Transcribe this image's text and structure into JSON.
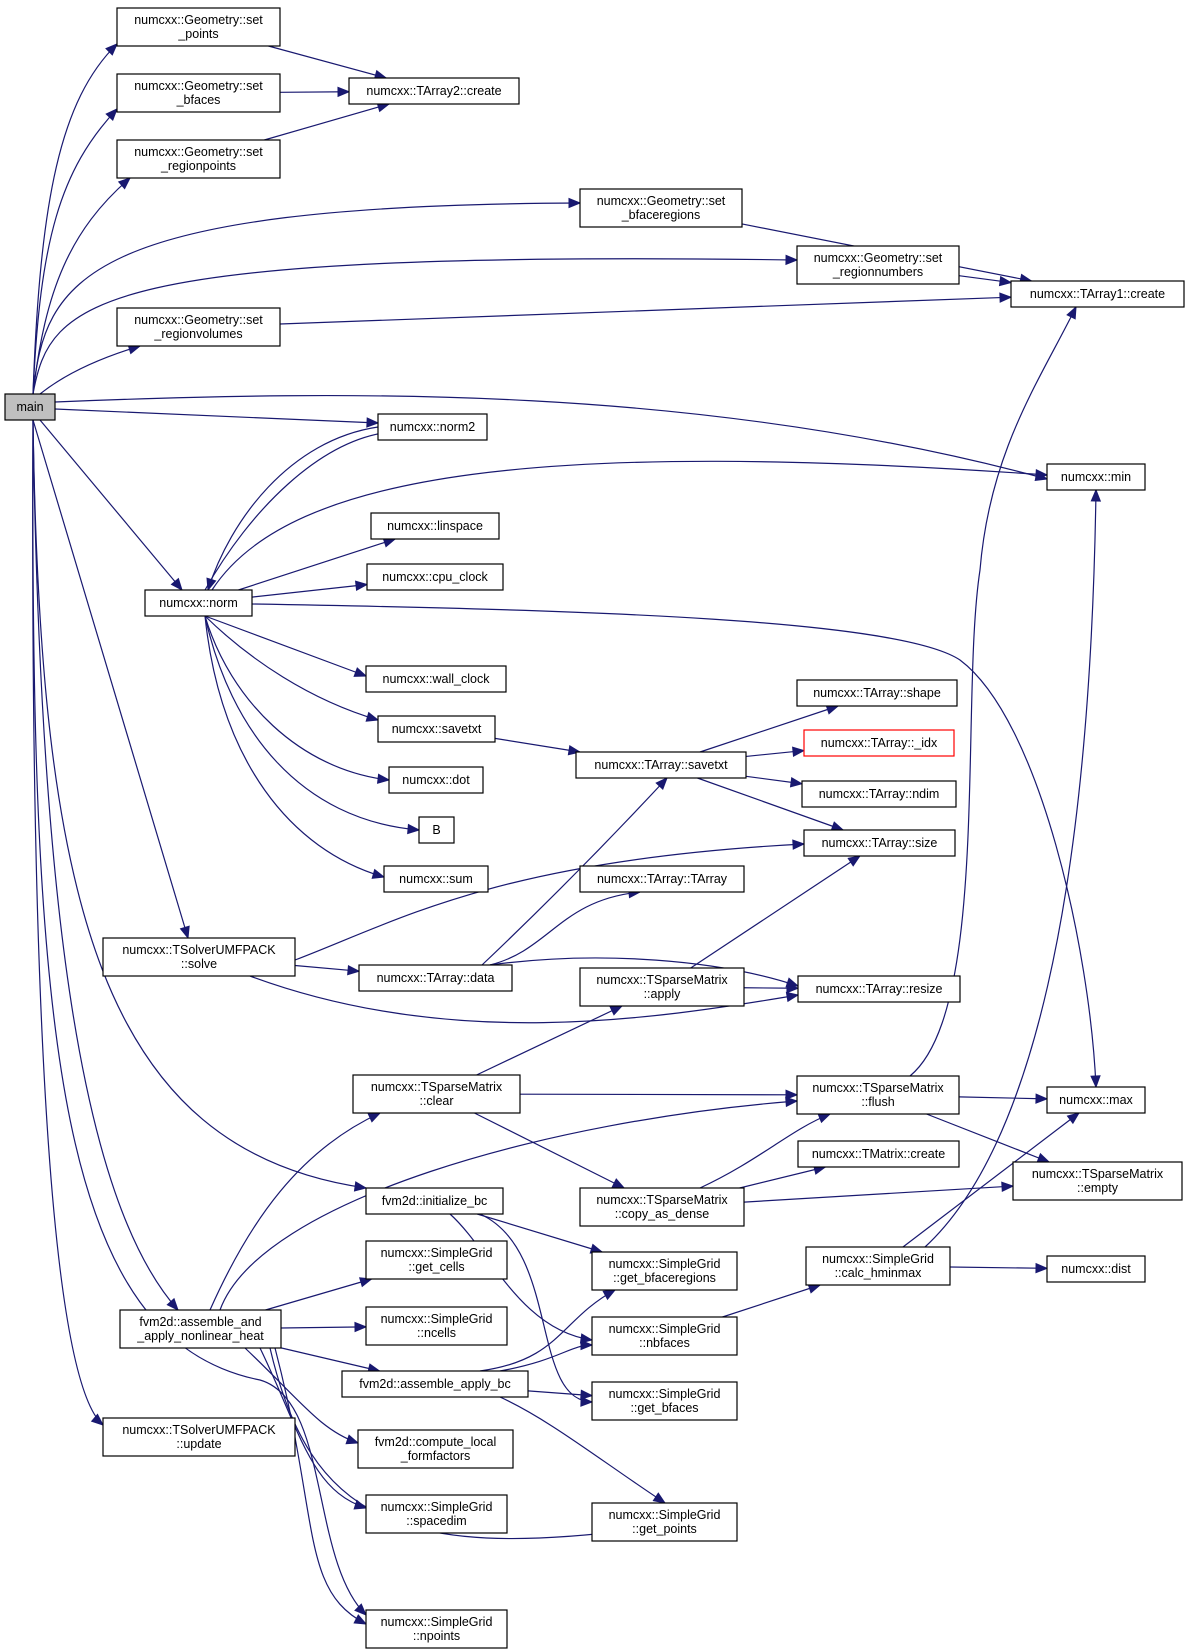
{
  "nodes": [
    {
      "id": "main",
      "lines": [
        "main"
      ],
      "root": true
    },
    {
      "id": "geo_points",
      "lines": [
        "numcxx::Geometry::set",
        "_points"
      ]
    },
    {
      "id": "geo_bfaces",
      "lines": [
        "numcxx::Geometry::set",
        "_bfaces"
      ]
    },
    {
      "id": "geo_regionpoints",
      "lines": [
        "numcxx::Geometry::set",
        "_regionpoints"
      ]
    },
    {
      "id": "tarray2_create",
      "lines": [
        "numcxx::TArray2::create"
      ]
    },
    {
      "id": "geo_bfaceregions",
      "lines": [
        "numcxx::Geometry::set",
        "_bfaceregions"
      ]
    },
    {
      "id": "geo_regionnumbers",
      "lines": [
        "numcxx::Geometry::set",
        "_regionnumbers"
      ]
    },
    {
      "id": "tarray1_create",
      "lines": [
        "numcxx::TArray1::create"
      ]
    },
    {
      "id": "geo_regionvolumes",
      "lines": [
        "numcxx::Geometry::set",
        "_regionvolumes"
      ]
    },
    {
      "id": "norm2",
      "lines": [
        "numcxx::norm2"
      ]
    },
    {
      "id": "min",
      "lines": [
        "numcxx::min"
      ]
    },
    {
      "id": "linspace",
      "lines": [
        "numcxx::linspace"
      ]
    },
    {
      "id": "cpu_clock",
      "lines": [
        "numcxx::cpu_clock"
      ]
    },
    {
      "id": "norm",
      "lines": [
        "numcxx::norm"
      ]
    },
    {
      "id": "wall_clock",
      "lines": [
        "numcxx::wall_clock"
      ]
    },
    {
      "id": "savetxt",
      "lines": [
        "numcxx::savetxt"
      ]
    },
    {
      "id": "tarray_shape",
      "lines": [
        "numcxx::TArray::shape"
      ]
    },
    {
      "id": "tarray_idx",
      "lines": [
        "numcxx::TArray::_idx"
      ],
      "red": true
    },
    {
      "id": "tarray_savetxt",
      "lines": [
        "numcxx::TArray::savetxt"
      ]
    },
    {
      "id": "tarray_ndim",
      "lines": [
        "numcxx::TArray::ndim"
      ]
    },
    {
      "id": "dot",
      "lines": [
        "numcxx::dot"
      ]
    },
    {
      "id": "B",
      "lines": [
        "B"
      ]
    },
    {
      "id": "tarray_size",
      "lines": [
        "numcxx::TArray::size"
      ]
    },
    {
      "id": "sum",
      "lines": [
        "numcxx::sum"
      ]
    },
    {
      "id": "tarray_tarray",
      "lines": [
        "numcxx::TArray::TArray"
      ]
    },
    {
      "id": "umf_solve",
      "lines": [
        "numcxx::TSolverUMFPACK",
        "::solve"
      ]
    },
    {
      "id": "tarray_data",
      "lines": [
        "numcxx::TArray::data"
      ]
    },
    {
      "id": "tsm_apply",
      "lines": [
        "numcxx::TSparseMatrix",
        "::apply"
      ]
    },
    {
      "id": "tarray_resize",
      "lines": [
        "numcxx::TArray::resize"
      ]
    },
    {
      "id": "tsm_clear",
      "lines": [
        "numcxx::TSparseMatrix",
        "::clear"
      ]
    },
    {
      "id": "tsm_flush",
      "lines": [
        "numcxx::TSparseMatrix",
        "::flush"
      ]
    },
    {
      "id": "max",
      "lines": [
        "numcxx::max"
      ]
    },
    {
      "id": "tmatrix_create",
      "lines": [
        "numcxx::TMatrix::create"
      ]
    },
    {
      "id": "initialize_bc",
      "lines": [
        "fvm2d::initialize_bc"
      ]
    },
    {
      "id": "tsm_copy_as_dense",
      "lines": [
        "numcxx::TSparseMatrix",
        "::copy_as_dense"
      ]
    },
    {
      "id": "tsm_empty",
      "lines": [
        "numcxx::TSparseMatrix",
        "::empty"
      ]
    },
    {
      "id": "sg_get_cells",
      "lines": [
        "numcxx::SimpleGrid",
        "::get_cells"
      ]
    },
    {
      "id": "sg_get_bfaceregions",
      "lines": [
        "numcxx::SimpleGrid",
        "::get_bfaceregions"
      ]
    },
    {
      "id": "sg_calc_hminmax",
      "lines": [
        "numcxx::SimpleGrid",
        "::calc_hminmax"
      ]
    },
    {
      "id": "dist",
      "lines": [
        "numcxx::dist"
      ]
    },
    {
      "id": "assemble_nonlinear",
      "lines": [
        "fvm2d::assemble_and",
        "_apply_nonlinear_heat"
      ]
    },
    {
      "id": "sg_ncells",
      "lines": [
        "numcxx::SimpleGrid",
        "::ncells"
      ]
    },
    {
      "id": "sg_nbfaces",
      "lines": [
        "numcxx::SimpleGrid",
        "::nbfaces"
      ]
    },
    {
      "id": "assemble_apply_bc",
      "lines": [
        "fvm2d::assemble_apply_bc"
      ]
    },
    {
      "id": "sg_get_bfaces",
      "lines": [
        "numcxx::SimpleGrid",
        "::get_bfaces"
      ]
    },
    {
      "id": "umf_update",
      "lines": [
        "numcxx::TSolverUMFPACK",
        "::update"
      ]
    },
    {
      "id": "compute_formfactors",
      "lines": [
        "fvm2d::compute_local",
        "_formfactors"
      ]
    },
    {
      "id": "sg_spacedim",
      "lines": [
        "numcxx::SimpleGrid",
        "::spacedim"
      ]
    },
    {
      "id": "sg_get_points",
      "lines": [
        "numcxx::SimpleGrid",
        "::get_points"
      ]
    },
    {
      "id": "sg_npoints",
      "lines": [
        "numcxx::SimpleGrid",
        "::npoints"
      ]
    }
  ],
  "edges": [
    [
      "main",
      "geo_points"
    ],
    [
      "main",
      "geo_bfaces"
    ],
    [
      "main",
      "geo_regionpoints"
    ],
    [
      "main",
      "geo_bfaceregions"
    ],
    [
      "main",
      "geo_regionnumbers"
    ],
    [
      "main",
      "geo_regionvolumes"
    ],
    [
      "main",
      "norm2"
    ],
    [
      "main",
      "min"
    ],
    [
      "main",
      "norm"
    ],
    [
      "main",
      "umf_solve"
    ],
    [
      "main",
      "initialize_bc"
    ],
    [
      "main",
      "assemble_nonlinear"
    ],
    [
      "main",
      "umf_update"
    ],
    [
      "main",
      "sg_npoints"
    ],
    [
      "geo_points",
      "tarray2_create"
    ],
    [
      "geo_bfaces",
      "tarray2_create"
    ],
    [
      "geo_regionpoints",
      "tarray2_create"
    ],
    [
      "geo_bfaceregions",
      "tarray1_create"
    ],
    [
      "geo_regionnumbers",
      "tarray1_create"
    ],
    [
      "geo_regionvolumes",
      "tarray1_create"
    ],
    [
      "norm",
      "norm2"
    ],
    [
      "norm2",
      "norm"
    ],
    [
      "norm",
      "min"
    ],
    [
      "norm",
      "linspace"
    ],
    [
      "norm",
      "cpu_clock"
    ],
    [
      "norm",
      "max"
    ],
    [
      "norm",
      "wall_clock"
    ],
    [
      "norm",
      "savetxt"
    ],
    [
      "norm",
      "dot"
    ],
    [
      "norm",
      "B"
    ],
    [
      "norm",
      "sum"
    ],
    [
      "savetxt",
      "tarray_savetxt"
    ],
    [
      "tarray_savetxt",
      "tarray_shape"
    ],
    [
      "tarray_savetxt",
      "tarray_idx"
    ],
    [
      "tarray_savetxt",
      "tarray_ndim"
    ],
    [
      "tarray_savetxt",
      "tarray_size"
    ],
    [
      "umf_solve",
      "tarray_data"
    ],
    [
      "umf_solve",
      "tarray_size"
    ],
    [
      "umf_solve",
      "tarray_resize"
    ],
    [
      "tarray_data",
      "tarray_savetxt"
    ],
    [
      "tarray_data",
      "tarray_tarray"
    ],
    [
      "tarray_data",
      "tarray_resize"
    ],
    [
      "tsm_apply",
      "tarray_size"
    ],
    [
      "tsm_apply",
      "tarray_resize"
    ],
    [
      "tsm_clear",
      "tsm_apply"
    ],
    [
      "tsm_clear",
      "tsm_flush"
    ],
    [
      "tsm_clear",
      "tsm_copy_as_dense"
    ],
    [
      "tsm_flush",
      "tarray1_create"
    ],
    [
      "tsm_flush",
      "max"
    ],
    [
      "tsm_flush",
      "tsm_empty"
    ],
    [
      "tsm_copy_as_dense",
      "tsm_flush"
    ],
    [
      "tsm_copy_as_dense",
      "tmatrix_create"
    ],
    [
      "tsm_copy_as_dense",
      "tsm_empty"
    ],
    [
      "initialize_bc",
      "sg_get_bfaceregions"
    ],
    [
      "initialize_bc",
      "sg_nbfaces"
    ],
    [
      "initialize_bc",
      "sg_get_bfaces"
    ],
    [
      "sg_nbfaces",
      "sg_calc_hminmax"
    ],
    [
      "sg_calc_hminmax",
      "dist"
    ],
    [
      "sg_calc_hminmax",
      "min"
    ],
    [
      "sg_calc_hminmax",
      "max"
    ],
    [
      "assemble_nonlinear",
      "tsm_clear"
    ],
    [
      "assemble_nonlinear",
      "tsm_flush"
    ],
    [
      "assemble_nonlinear",
      "sg_get_cells"
    ],
    [
      "assemble_nonlinear",
      "sg_ncells"
    ],
    [
      "assemble_nonlinear",
      "assemble_apply_bc"
    ],
    [
      "assemble_nonlinear",
      "compute_formfactors"
    ],
    [
      "assemble_nonlinear",
      "sg_spacedim"
    ],
    [
      "assemble_nonlinear",
      "sg_get_points"
    ],
    [
      "assemble_nonlinear",
      "sg_npoints"
    ],
    [
      "assemble_apply_bc",
      "sg_get_bfaceregions"
    ],
    [
      "assemble_apply_bc",
      "sg_nbfaces"
    ],
    [
      "assemble_apply_bc",
      "sg_get_bfaces"
    ],
    [
      "assemble_apply_bc",
      "sg_get_points"
    ]
  ]
}
